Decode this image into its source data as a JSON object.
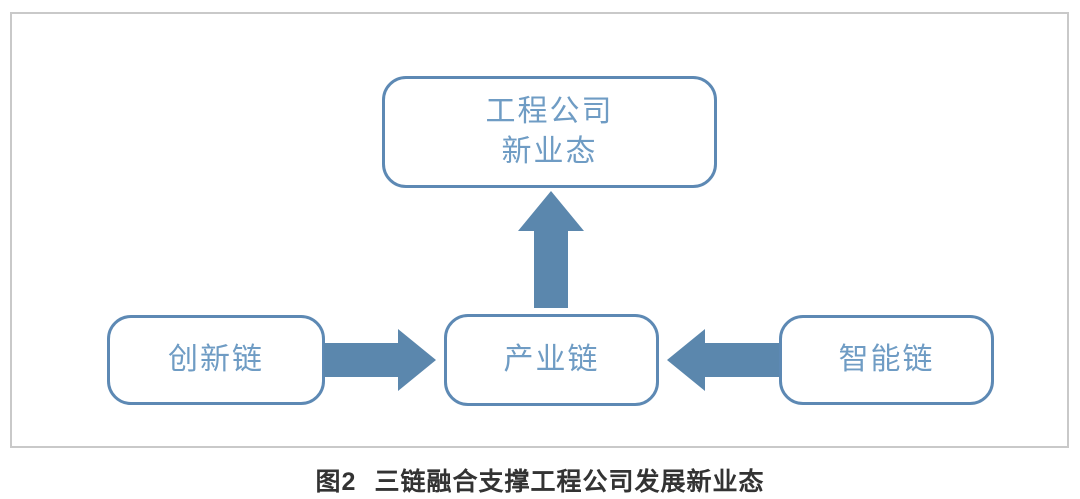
{
  "figure": {
    "caption_label": "图2",
    "caption_text": "三链融合支撑工程公司发展新业态",
    "nodes": {
      "top_line1": "工程公司",
      "top_line2": "新业态",
      "left": "创新链",
      "center": "产业链",
      "right": "智能链"
    },
    "colors": {
      "node_border": "#5d89b4",
      "node_text": "#6f9cc4",
      "arrow_fill": "#5b87ad",
      "frame_border": "#c9c9c9",
      "caption_text": "#333333"
    }
  }
}
